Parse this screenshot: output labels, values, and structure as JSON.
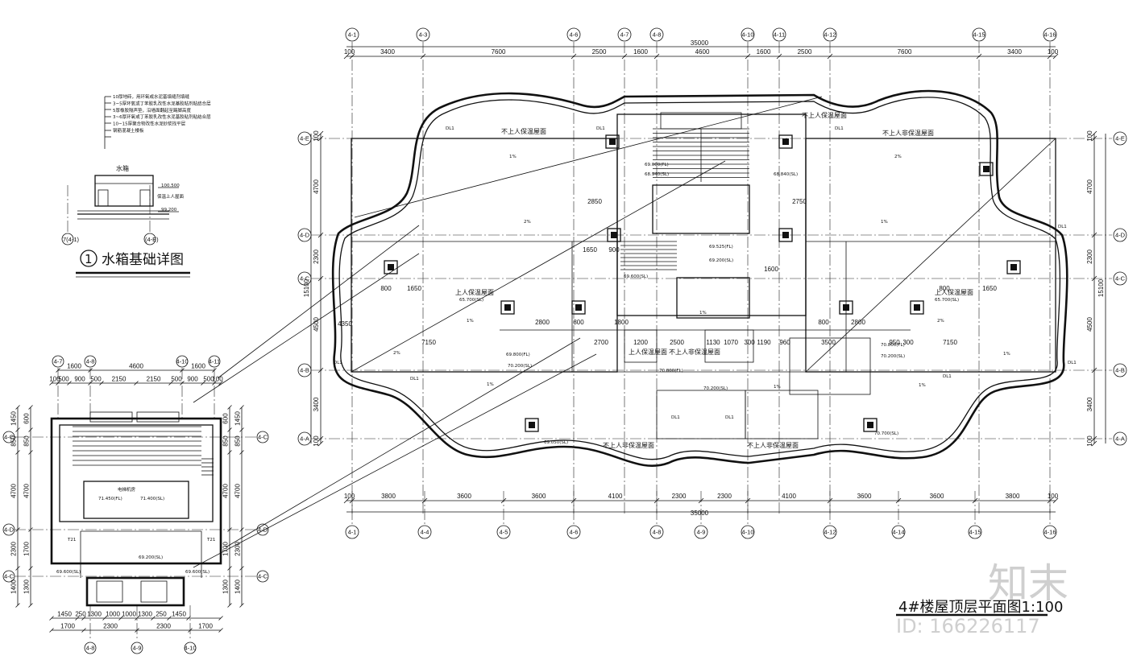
{
  "drawing": {
    "main_title": "4#楼屋顶层平面图1:100",
    "watermark_brand": "知末",
    "watermark_id": "ID: 166226117"
  },
  "detail": {
    "number": "1",
    "title": "水箱基础详图",
    "tank_label": "水箱",
    "elev_top": "100.500",
    "elev_base": "99.200",
    "roof_label": "保温上人屋面",
    "layers": [
      "10厚地砖，用环氧或水泥基填缝剂填缝",
      "3~5厚环氧或丁苯胶乳改性水泥基胶粘剂粘结合层",
      "5厚橡胶隔声垫，沿墙面翻起至踢脚高度",
      "3~6厚环氧或丁苯胶乳改性水泥基胶粘剂粘结合层",
      "10~15厚聚合物改性水泥砂浆找平层",
      "钢筋混凝土楼板"
    ],
    "axis_left": "7(4-1)",
    "axis_right": "(4-E)"
  },
  "main_plan": {
    "top_axes": [
      "4-1",
      "4-3",
      "4-6",
      "4-7",
      "4-8",
      "4-10",
      "4-11",
      "4-12",
      "4-15",
      "4-16"
    ],
    "bottom_axes": [
      "4-1",
      "4-4",
      "4-5",
      "4-6",
      "4-8",
      "4-9",
      "4-10",
      "4-12",
      "4-14",
      "4-15",
      "4-16"
    ],
    "left_axes": [
      "4-E",
      "4-D",
      "4-C",
      "4-B",
      "4-A"
    ],
    "right_axes": [
      "4-E",
      "4-D",
      "4-C",
      "4-B",
      "4-A"
    ],
    "top_dims": [
      "100",
      "3400",
      "7600",
      "2500",
      "1600",
      "4600",
      "1600",
      "2500",
      "7600",
      "3400",
      "100"
    ],
    "top_total": "35000",
    "bottom_dims": [
      "100",
      "3800",
      "3600",
      "3600",
      "4100",
      "2300",
      "2300",
      "4100",
      "3600",
      "3600",
      "3800",
      "100"
    ],
    "bottom_total": "35000",
    "left_dims": [
      "100",
      "4700",
      "2300",
      "4500",
      "3400",
      "100"
    ],
    "left_total": "15100",
    "right_dims": [
      "100",
      "4700",
      "2300",
      "4500",
      "3400",
      "100"
    ],
    "right_total": "15100",
    "inner_dims": [
      "2850",
      "1650",
      "900",
      "800",
      "1650",
      "4350",
      "7150",
      "2800",
      "800",
      "1800",
      "2700",
      "1200",
      "2500",
      "1130",
      "1070",
      "300",
      "1190",
      "960",
      "3500",
      "950",
      "300",
      "7150",
      "2800",
      "800",
      "1650",
      "800",
      "2750",
      "1600"
    ],
    "roof_labels": [
      "上人保温屋面",
      "上人保温屋面",
      "不上人保温屋面",
      "不上人保温屋面",
      "不上人非保温屋面",
      "不上人非保温屋面",
      "不上人非保温屋面",
      "不上人非保温屋面",
      "上人保温屋面"
    ],
    "elevations": [
      "65.700(SL)",
      "65.700(SL)",
      "69.000(FL)",
      "68.940(SL)",
      "68.840(SL)",
      "69.525(FL)",
      "69.200(SL)",
      "69.600(SL)",
      "70.800(FL)",
      "70.200(SL)",
      "69.800(FL)",
      "70.200(SL)",
      "70.200(SL)",
      "70.800(FL)",
      "69.050(SL)",
      "70.700(SL)"
    ],
    "slopes": [
      "1%",
      "2%",
      "1%",
      "2%",
      "1%",
      "2%",
      "1%",
      "2%",
      "1%",
      "1%",
      "1%",
      "1%"
    ],
    "tags": [
      "DL1",
      "DL1",
      "DL1",
      "DL1",
      "DL1",
      "DL1",
      "DL1",
      "DL1",
      "DL1",
      "DL1"
    ]
  },
  "stair_plan": {
    "top_axes": [
      "4-7",
      "4-8",
      "4-10",
      "4-11"
    ],
    "bottom_axes": [
      "4-8",
      "4-9",
      "4-10"
    ],
    "left_axes": [
      "4-C",
      "4-D",
      "4-C"
    ],
    "right_axes": [
      "4-C",
      "4-D",
      "4-C"
    ],
    "top_dims_1": [
      "1600",
      "4600",
      "1600"
    ],
    "top_dims_2": [
      "100",
      "500",
      "900",
      "500",
      "2150",
      "2150",
      "500",
      "900",
      "500",
      "100"
    ],
    "bottom_dims_1": [
      "1450",
      "250",
      "1300",
      "1000",
      "1000",
      "1300",
      "250",
      "1450"
    ],
    "bottom_dims_2": [
      "1700",
      "2300",
      "2300",
      "1700"
    ],
    "left_dims_1": [
      "1450",
      "850",
      "4700",
      "2300",
      "1400"
    ],
    "left_dims_2": [
      "600",
      "850",
      "4700",
      "1700",
      "1300"
    ],
    "right_dims_1": [
      "1450",
      "850",
      "4700",
      "2300",
      "1400"
    ],
    "right_dims_2": [
      "600",
      "850",
      "4700",
      "1700",
      "1300"
    ],
    "inner_labels": [
      "电梯机房",
      "71.450(FL)",
      "71.400(SL)",
      "69.600(SL)",
      "69.200(SL)",
      "69.600(SL)",
      "T21",
      "T21"
    ]
  }
}
